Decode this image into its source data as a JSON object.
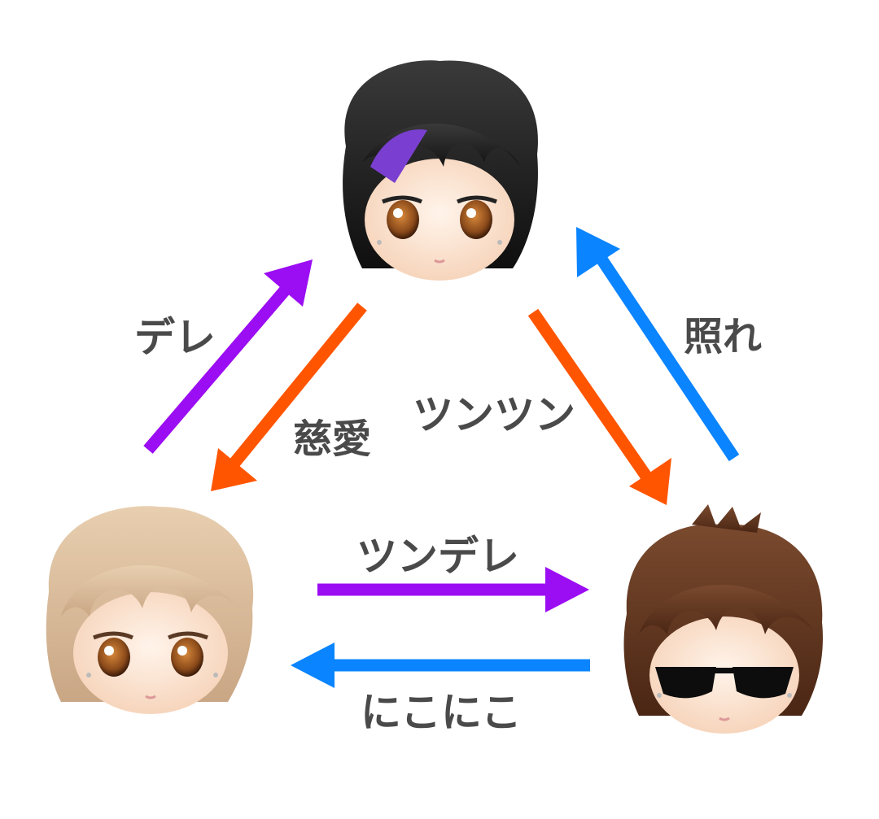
{
  "colors": {
    "purple": "#9b0df2",
    "orange": "#ff5500",
    "blue": "#0a84ff",
    "label": "#4a4a4a",
    "background": "#ffffff"
  },
  "characters": [
    {
      "id": "top",
      "icon": "chibi-head-black-hair-purple-streak"
    },
    {
      "id": "left",
      "icon": "chibi-head-blonde-hair"
    },
    {
      "id": "right",
      "icon": "chibi-head-brown-hair-sunglasses"
    }
  ],
  "relations": [
    {
      "from": "left",
      "to": "top",
      "color": "purple",
      "label": "デレ"
    },
    {
      "from": "top",
      "to": "left",
      "color": "orange",
      "label": "慈愛"
    },
    {
      "from": "top",
      "to": "right",
      "color": "orange",
      "label": "ツンツン"
    },
    {
      "from": "right",
      "to": "top",
      "color": "blue",
      "label": "照れ"
    },
    {
      "from": "left",
      "to": "right",
      "color": "purple",
      "label": "ツンデレ"
    },
    {
      "from": "right",
      "to": "left",
      "color": "blue",
      "label": "にこにこ"
    }
  ]
}
